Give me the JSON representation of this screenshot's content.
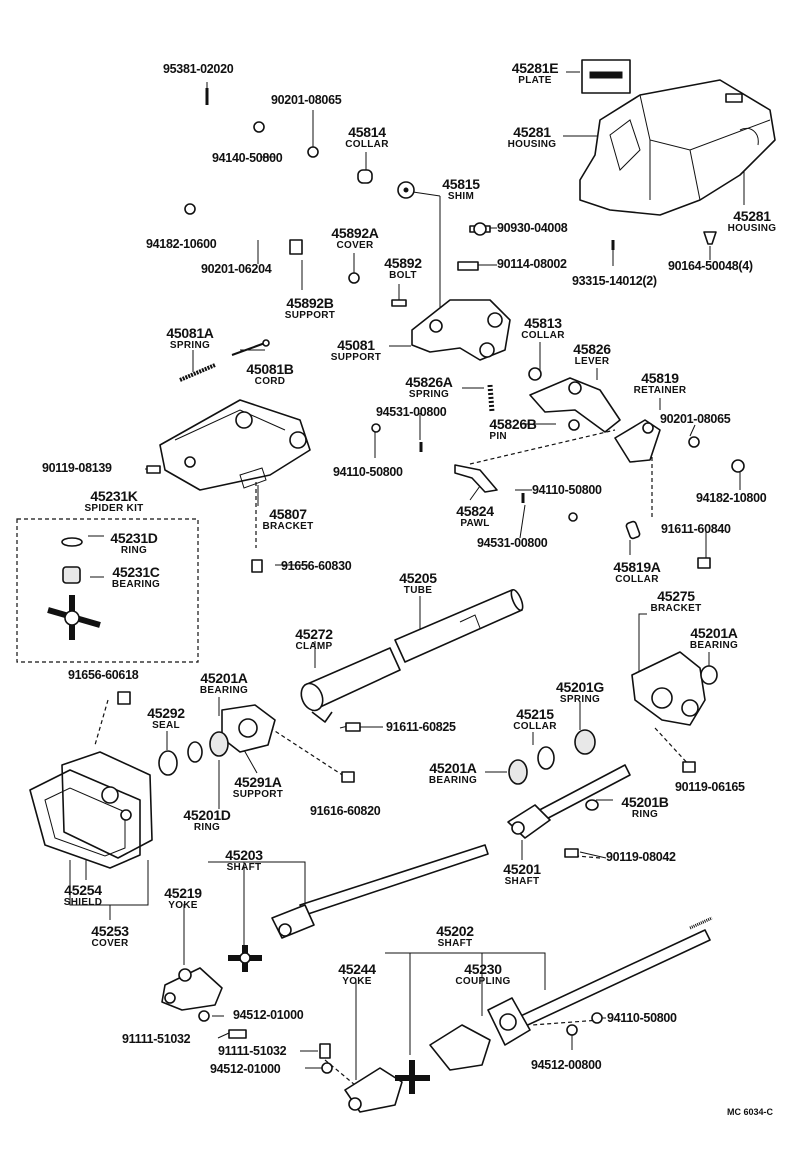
{
  "callouts": {
    "c45281E": {
      "num": "45281E",
      "name": "PLATE"
    },
    "c45281a": {
      "num": "45281",
      "name": "HOUSING"
    },
    "c45281b": {
      "num": "45281",
      "name": "HOUSING"
    },
    "c45814": {
      "num": "45814",
      "name": "COLLAR"
    },
    "c45815": {
      "num": "45815",
      "name": "SHIM"
    },
    "c45892A": {
      "num": "45892A",
      "name": "COVER"
    },
    "c45892": {
      "num": "45892",
      "name": "BOLT"
    },
    "c45892B": {
      "num": "45892B",
      "name": "SUPPORT"
    },
    "c45081A": {
      "num": "45081A",
      "name": "SPRING"
    },
    "c45081B": {
      "num": "45081B",
      "name": "CORD"
    },
    "c45081": {
      "num": "45081",
      "name": "SUPPORT"
    },
    "c45813": {
      "num": "45813",
      "name": "COLLAR"
    },
    "c45826": {
      "num": "45826",
      "name": "LEVER"
    },
    "c45826A": {
      "num": "45826A",
      "name": "SPRING"
    },
    "c45819": {
      "num": "45819",
      "name": "RETAINER"
    },
    "c45826B": {
      "num": "45826B",
      "name": "PIN"
    },
    "c45231K": {
      "num": "45231K",
      "name": "SPIDER KIT"
    },
    "c45231D": {
      "num": "45231D",
      "name": "RING"
    },
    "c45231C": {
      "num": "45231C",
      "name": "BEARING"
    },
    "c45807": {
      "num": "45807",
      "name": "BRACKET"
    },
    "c45824": {
      "num": "45824",
      "name": "PAWL"
    },
    "c45819A": {
      "num": "45819A",
      "name": "COLLAR"
    },
    "c45205": {
      "num": "45205",
      "name": "TUBE"
    },
    "c45275": {
      "num": "45275",
      "name": "BRACKET"
    },
    "c45201Aa": {
      "num": "45201A",
      "name": "BEARING"
    },
    "c45272": {
      "num": "45272",
      "name": "CLAMP"
    },
    "c45201Ab": {
      "num": "45201A",
      "name": "BEARING"
    },
    "c45292": {
      "num": "45292",
      "name": "SEAL"
    },
    "c45201G": {
      "num": "45201G",
      "name": "SPRING"
    },
    "c45215": {
      "num": "45215",
      "name": "COLLAR"
    },
    "c45201Ac": {
      "num": "45201A",
      "name": "BEARING"
    },
    "c45291A": {
      "num": "45291A",
      "name": "SUPPORT"
    },
    "c45201D": {
      "num": "45201D",
      "name": "RING"
    },
    "c45201B": {
      "num": "45201B",
      "name": "RING"
    },
    "c45203": {
      "num": "45203",
      "name": "SHAFT"
    },
    "c45201": {
      "num": "45201",
      "name": "SHAFT"
    },
    "c45254": {
      "num": "45254",
      "name": "SHIELD"
    },
    "c45219": {
      "num": "45219",
      "name": "YOKE"
    },
    "c45253": {
      "num": "45253",
      "name": "COVER"
    },
    "c45202": {
      "num": "45202",
      "name": "SHAFT"
    },
    "c45244": {
      "num": "45244",
      "name": "YOKE"
    },
    "c45230": {
      "num": "45230",
      "name": "COUPLING"
    }
  },
  "partnumbers": {
    "p95381_02020": "95381-02020",
    "p90201_08065a": "90201-08065",
    "p94140_50800": "94140-50800",
    "p90930_04008": "90930-04008",
    "p94182_10600": "94182-10600",
    "p90201_06204": "90201-06204",
    "p90114_08002": "90114-08002",
    "p93315_14012": "93315-14012(2)",
    "p90164_50048": "90164-50048(4)",
    "p94531_00800a": "94531-00800",
    "p90201_08065b": "90201-08065",
    "p94110_50800a": "94110-50800",
    "p90119_08139": "90119-08139",
    "p94110_50800b": "94110-50800",
    "p94182_10800": "94182-10800",
    "p94531_00800b": "94531-00800",
    "p91611_60840": "91611-60840",
    "p91656_60830": "91656-60830",
    "p91656_60618": "91656-60618",
    "p91611_60825": "91611-60825",
    "p90119_06165": "90119-06165",
    "p91616_60820": "91616-60820",
    "p90119_08042": "90119-08042",
    "p94512_01000a": "94512-01000",
    "p94110_50800c": "94110-50800",
    "p91111_51032a": "91111-51032",
    "p91111_51032b": "91111-51032",
    "p94512_01000b": "94512-01000",
    "p94512_00800": "94512-00800"
  },
  "figure_code": "MC 6034-C"
}
